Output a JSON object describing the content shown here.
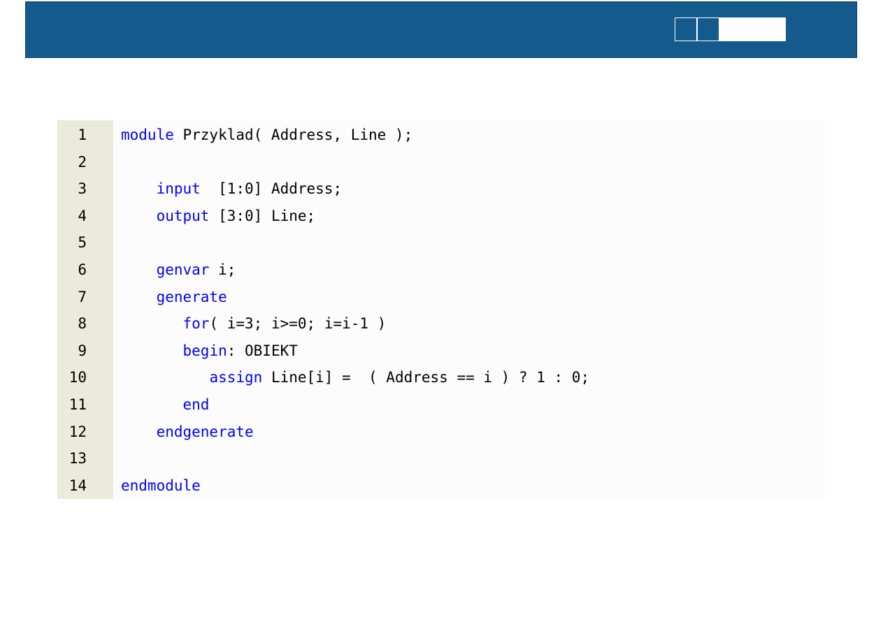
{
  "colors": {
    "header_background": "#145a8c",
    "gutter_background": "#ebeadb",
    "code_background": "#fcfcfc",
    "keyword": "#0000ff",
    "text": "#000000"
  },
  "code": {
    "lines": [
      {
        "num": "1",
        "tokens": [
          {
            "t": "module",
            "kw": true
          },
          {
            "t": " Przyklad( Address, Line );",
            "kw": false
          }
        ]
      },
      {
        "num": "2",
        "tokens": []
      },
      {
        "num": "3",
        "tokens": [
          {
            "t": "    ",
            "kw": false
          },
          {
            "t": "input",
            "kw": true
          },
          {
            "t": "  [1:0] Address;",
            "kw": false
          }
        ]
      },
      {
        "num": "4",
        "tokens": [
          {
            "t": "    ",
            "kw": false
          },
          {
            "t": "output",
            "kw": true
          },
          {
            "t": " [3:0] Line;",
            "kw": false
          }
        ]
      },
      {
        "num": "5",
        "tokens": []
      },
      {
        "num": "6",
        "tokens": [
          {
            "t": "    ",
            "kw": false
          },
          {
            "t": "genvar",
            "kw": true
          },
          {
            "t": " i;",
            "kw": false
          }
        ]
      },
      {
        "num": "7",
        "tokens": [
          {
            "t": "    ",
            "kw": false
          },
          {
            "t": "generate",
            "kw": true
          }
        ]
      },
      {
        "num": "8",
        "tokens": [
          {
            "t": "       ",
            "kw": false
          },
          {
            "t": "for",
            "kw": true
          },
          {
            "t": "( i=3; i>=0; i=i-1 )",
            "kw": false
          }
        ]
      },
      {
        "num": "9",
        "tokens": [
          {
            "t": "       ",
            "kw": false
          },
          {
            "t": "begin",
            "kw": true
          },
          {
            "t": ": OBIEKT",
            "kw": false
          }
        ]
      },
      {
        "num": "10",
        "tokens": [
          {
            "t": "          ",
            "kw": false
          },
          {
            "t": "assign",
            "kw": true
          },
          {
            "t": " Line[i] =  ( Address == i ) ? 1 : 0;",
            "kw": false
          }
        ]
      },
      {
        "num": "11",
        "tokens": [
          {
            "t": "       ",
            "kw": false
          },
          {
            "t": "end",
            "kw": true
          }
        ]
      },
      {
        "num": "12",
        "tokens": [
          {
            "t": "    ",
            "kw": false
          },
          {
            "t": "endgenerate",
            "kw": true
          }
        ]
      },
      {
        "num": "13",
        "tokens": []
      },
      {
        "num": "14",
        "tokens": [
          {
            "t": "endmodule",
            "kw": true
          }
        ]
      }
    ]
  }
}
